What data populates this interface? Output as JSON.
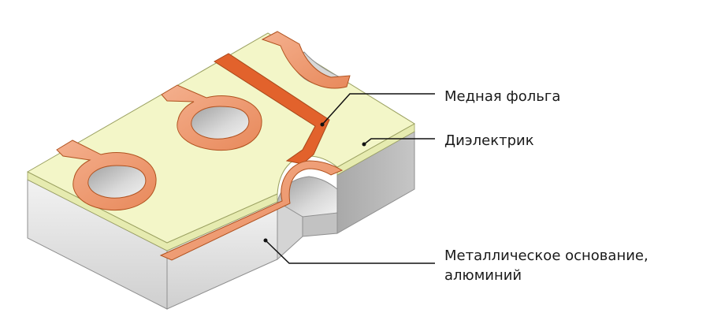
{
  "labels": {
    "copper_foil": "Медная фольга",
    "dielectric": "Диэлектрик",
    "metal_base_line1": "Металлическое основание,",
    "metal_base_line2": "алюминий"
  },
  "colors": {
    "dielectric_top": "#f3f6c8",
    "dielectric_edge": "#e6ebb0",
    "copper_light": "#ef9a72",
    "copper_dark": "#e2622c",
    "metal_front": "#e2e2e2",
    "metal_side": "#b9b9b9",
    "hole": "#bdbdbd",
    "leader": "#111111"
  }
}
